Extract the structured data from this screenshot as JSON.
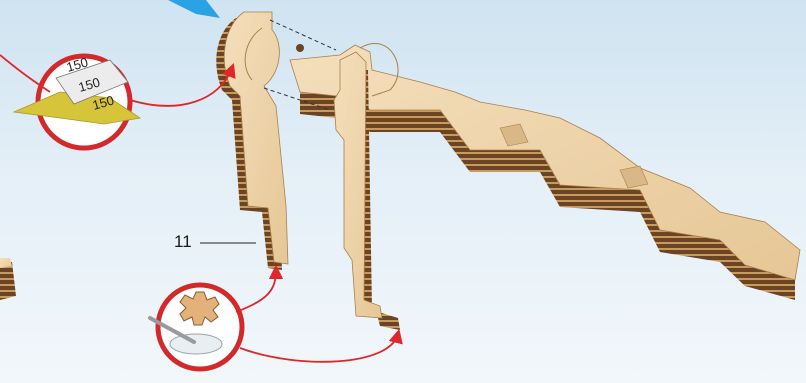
{
  "part_label": "11",
  "sandpaper_grits": [
    "150",
    "150",
    "150"
  ],
  "colors": {
    "wood_face": "#efd6ad",
    "wood_edge_dark": "#5b3a1e",
    "wood_edge_light": "#d9b27a",
    "arrow_red": "#e0262a",
    "pointer_blue": "#2aa3e6",
    "background_top": "#cfe3f1",
    "background_bottom": "#f2f7fb"
  },
  "icons": {
    "sandpaper_inset": "sandpaper-icon",
    "glue_gear_inset": "glue-gear-icon",
    "insert_pointer": "blue-arrow-icon"
  }
}
